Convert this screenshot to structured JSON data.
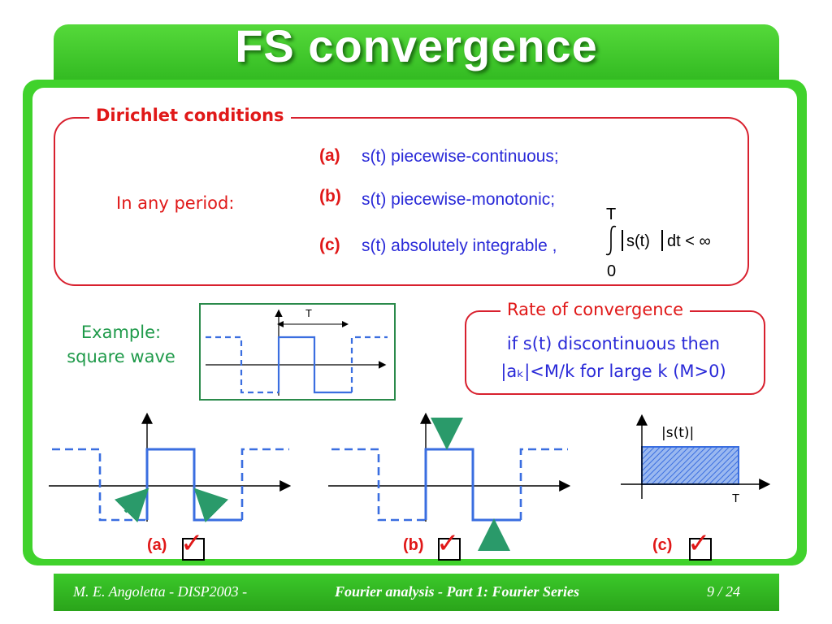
{
  "title": "FS convergence",
  "dirichlet": {
    "heading": "Dirichlet conditions",
    "period_label": "In any period:",
    "conditions": [
      {
        "label": "(a)",
        "text": "s(t) piecewise-continuous;"
      },
      {
        "label": "(b)",
        "text": "s(t) piecewise-monotonic;"
      },
      {
        "label": "(c)",
        "text": "s(t) absolutely integrable ,"
      }
    ],
    "integral": {
      "upper": "T",
      "lower": "0",
      "integrand": "s(t)",
      "tail": "dt < ∞"
    }
  },
  "example": {
    "line1": "Example:",
    "line2": "square wave",
    "period_label": "T"
  },
  "rate": {
    "heading": "Rate of convergence",
    "line1": "if s(t) discontinuous then",
    "line2": "|aₖ|<M/k for large k (M>0)"
  },
  "cases": [
    {
      "label": "(a)",
      "mark": "✓"
    },
    {
      "label": "(b)",
      "mark": "✓"
    },
    {
      "label": "(c)",
      "mark": "✓"
    }
  ],
  "abs_plot": {
    "label": "|s(t)|",
    "tick": "T"
  },
  "footer": {
    "author": "M. E. Angoletta  -  DISP2003  -",
    "course": "Fourier analysis - Part 1:  Fourier Series",
    "page": "9 / 24"
  },
  "colors": {
    "frame_green": "#40d22c",
    "title_red": "#e01818",
    "text_blue": "#2a2ad8",
    "box_red": "#d8202e",
    "wave_blue": "#3a6ee0",
    "arrow_green": "#2a9a6a"
  }
}
